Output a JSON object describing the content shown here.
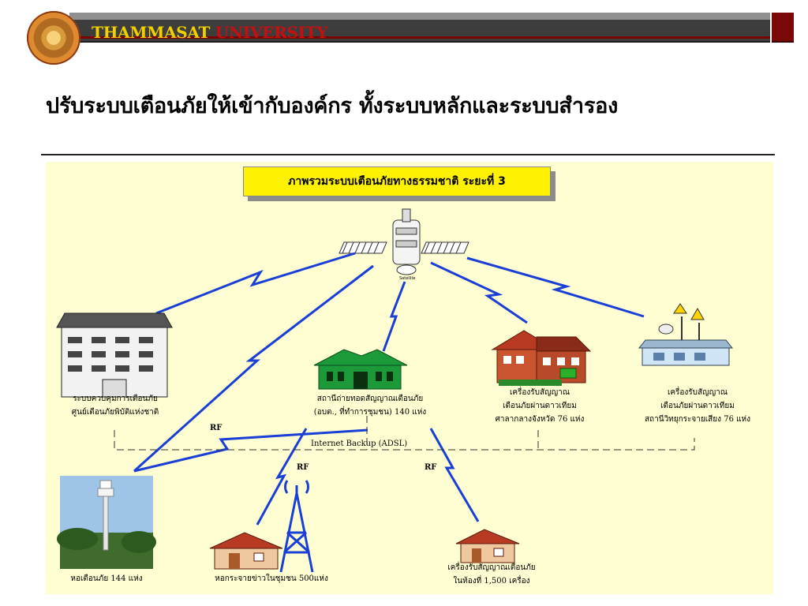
{
  "header": {
    "brand_word1": "THAMMASAT",
    "brand_word2": "UNIVERSITY"
  },
  "slide": {
    "title": "ปรับระบบเตือนภัยให้เข้ากับองค์กร ทั้งระบบหลักและระบบสำรอง"
  },
  "diagram": {
    "title": "ภาพรวมระบบเตือนภัยทางธรรมชาติ ระยะที่ 3",
    "satellite_label": "Satellite",
    "nodes": {
      "control_center": {
        "line1": "ระบบควบคุมการเตือนภัย",
        "line2": "ศูนย์เตือนภัยพิบัติแห่งชาติ"
      },
      "relay_station": {
        "line1": "สถานีถ่ายทอดสัญญาณเตือนภัย",
        "line2": "(อบต., ที่ทำการชุมชน) 140 แห่ง"
      },
      "provincial_hall": {
        "line1": "เครื่องรับสัญญาณ",
        "line2": "เตือนภัยผ่านดาวเทียม",
        "line3": "ศาลากลางจังหวัด 76 แห่ง"
      },
      "radio_station": {
        "line1": "เครื่องรับสัญญาณ",
        "line2": "เตือนภัยผ่านดาวเทียม",
        "line3": "สถานีวิทยุกระจายเสียง 76 แห่ง"
      },
      "warning_tower": {
        "label": "หอเตือนภัย 144 แห่ง"
      },
      "community_broadcast": {
        "label": "หอกระจายข่าวในชุมชน 500แห่ง"
      },
      "local_receiver": {
        "line1": "เครื่องรับสัญญาณเตือนภัย",
        "line2": "ในท้องที่ 1,500 เครื่อง"
      }
    },
    "links": {
      "rf_label": "RF",
      "internet_backup": "Internet Backup (ADSL)"
    },
    "colors": {
      "background": "#fefed2",
      "title_box": "#fff200",
      "link_blue": "#1a3fd6",
      "building_green": "#1c9a3a",
      "house_red": "#b83a22"
    }
  }
}
